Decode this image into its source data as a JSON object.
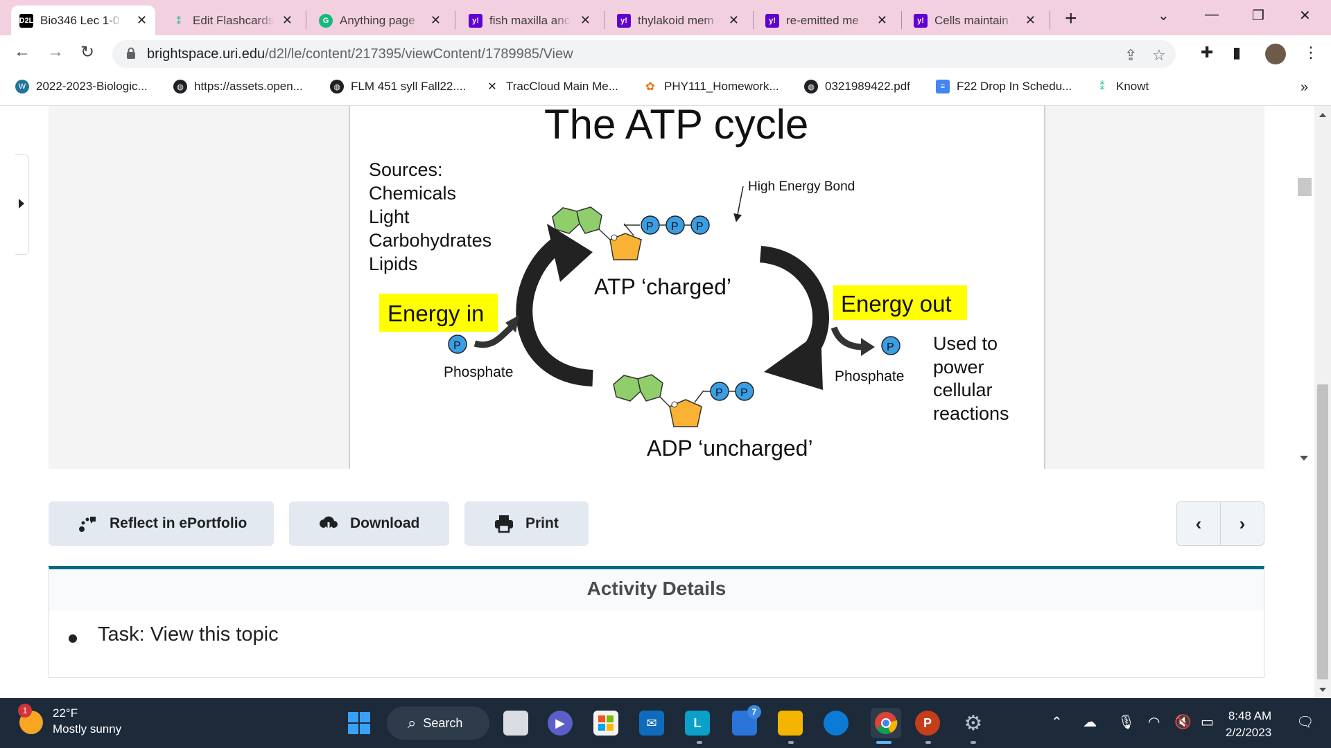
{
  "browser": {
    "tabs": [
      {
        "title": "Bio346 Lec 1-0",
        "favicon": "D2L",
        "active": true
      },
      {
        "title": "Edit Flashcards",
        "favicon": "knowt"
      },
      {
        "title": "Anything page",
        "favicon": "G"
      },
      {
        "title": "fish maxilla anc",
        "favicon": "y!"
      },
      {
        "title": "thylakoid mem",
        "favicon": "y!"
      },
      {
        "title": "re-emitted me",
        "favicon": "y!"
      },
      {
        "title": "Cells maintain",
        "favicon": "y!"
      }
    ],
    "url": {
      "domain": "brightspace.uri.edu",
      "path": "/d2l/le/content/217395/viewContent/1789985/View"
    },
    "bookmarks": [
      "2022-2023-Biologic...",
      "https://assets.open...",
      "FLM 451 syll Fall22....",
      "TracCloud Main Me...",
      "PHY111_Homework...",
      "0321989422.pdf",
      "F22 Drop In Schedu...",
      "Knowt"
    ],
    "bookmarks_more": "»"
  },
  "slide": {
    "title": "The ATP cycle",
    "sources": [
      "Sources:",
      "Chemicals",
      "Light",
      "Carbohydrates",
      "Lipids"
    ],
    "high_energy_bond": "High Energy Bond",
    "atp_label": "ATP ‘charged’",
    "adp_label": "ADP ‘uncharged’",
    "energy_in": "Energy in",
    "energy_out": "Energy out",
    "phosphate_left": "Phosphate",
    "phosphate_right": "Phosphate",
    "p": "P",
    "used_to": [
      "Used to",
      "power",
      "cellular",
      "reactions"
    ],
    "colors": {
      "highlight": "#ffff00",
      "phosphate": "#3a9ee4",
      "ring": "#8fce6b",
      "sugar": "#f9b233"
    }
  },
  "actions": {
    "reflect": "Reflect in ePortfolio",
    "download": "Download",
    "print": "Print",
    "prev": "‹",
    "next": "›"
  },
  "activity": {
    "heading": "Activity Details",
    "task": "Task: View this topic"
  },
  "taskbar": {
    "weather_temp": "22°F",
    "weather_desc": "Mostly sunny",
    "weather_badge": "1",
    "search": "Search",
    "teams_badge": "7",
    "time": "8:48 AM",
    "date": "2/2/2023"
  }
}
